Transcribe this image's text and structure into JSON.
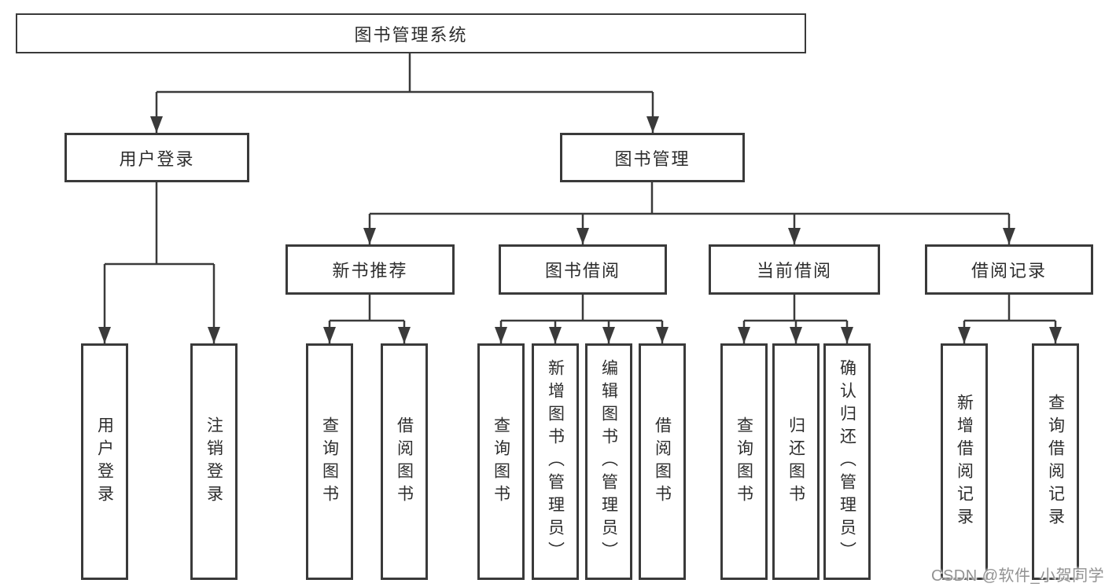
{
  "diagram": {
    "root": {
      "label": "图书管理系统"
    },
    "branches": [
      {
        "label": "用户登录",
        "children": [
          {
            "label": "用户登录"
          },
          {
            "label": "注销登录"
          }
        ]
      },
      {
        "label": "图书管理",
        "children": [
          {
            "label": "新书推荐",
            "children": [
              {
                "label": "查询图书"
              },
              {
                "label": "借阅图书"
              }
            ]
          },
          {
            "label": "图书借阅",
            "children": [
              {
                "label": "查询图书"
              },
              {
                "label": "新增图书（管理员）"
              },
              {
                "label": "编辑图书（管理员）"
              },
              {
                "label": "借阅图书"
              }
            ]
          },
          {
            "label": "当前借阅",
            "children": [
              {
                "label": "查询图书"
              },
              {
                "label": "归还图书"
              },
              {
                "label": "确认归还（管理员）"
              }
            ]
          },
          {
            "label": "借阅记录",
            "children": [
              {
                "label": "新增借阅记录"
              },
              {
                "label": "查询借阅记录"
              }
            ]
          }
        ]
      }
    ]
  },
  "watermark": {
    "text": "CSDN @软件_小贺同学"
  },
  "colors": {
    "line": "#3a3a3a",
    "text": "#2d2d2d",
    "watermark": "#929292",
    "background": "#ffffff"
  }
}
